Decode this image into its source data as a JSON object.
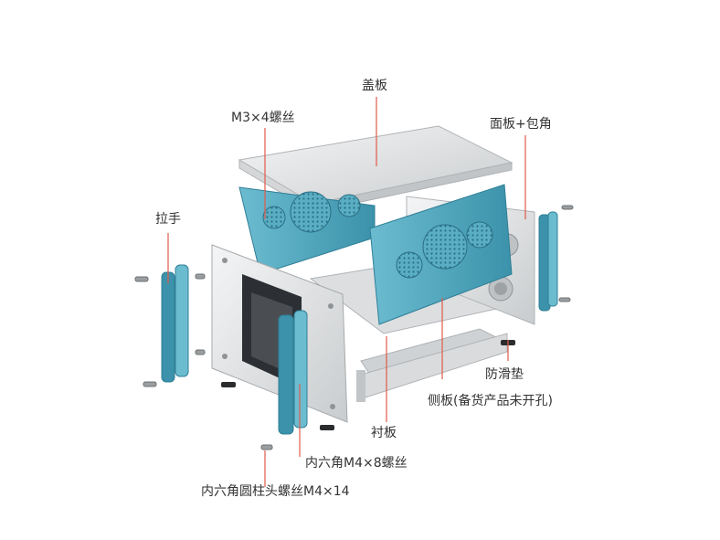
{
  "labels": {
    "cover": "盖板",
    "m3_screw": "M3×4螺丝",
    "face_plate": "面板+包角",
    "handle": "拉手",
    "anti_slip_pad": "防滑垫",
    "side_plate": "侧板(备货产品未开孔)",
    "liner_plate": "衬板",
    "hex_m4x8": "内六角M4×8螺丝",
    "hex_m4x14": "内六角圆柱头螺丝M4×14"
  },
  "colors": {
    "teal": "#4aa3bb",
    "teal_dark": "#2f7f96",
    "aluminum": "#e3e5e7",
    "aluminum_dark": "#b9bcbf",
    "leader": "#e05a4a",
    "text": "#333333"
  }
}
